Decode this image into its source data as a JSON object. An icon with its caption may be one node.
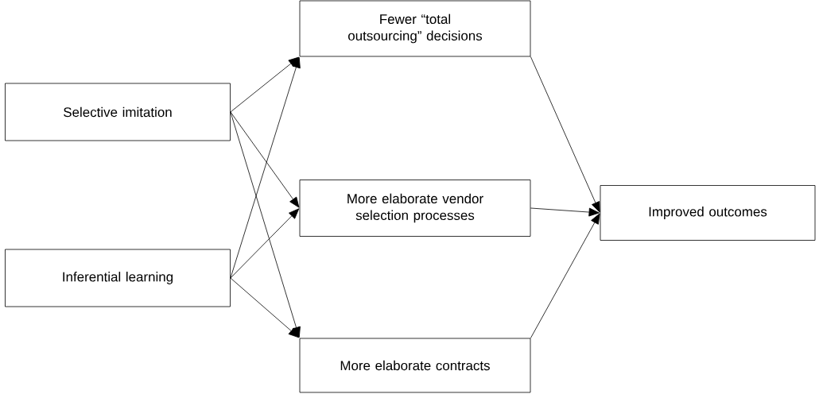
{
  "diagram": {
    "nodes": [
      {
        "text": [
          "Selective imitation"
        ]
      },
      {
        "text": [
          "Inferential learning"
        ]
      },
      {
        "text": [
          "Fewer “total outsourcing” decisions"
        ]
      },
      {
        "text": [
          "More elaborate vendor selection processes"
        ]
      },
      {
        "text": [
          "More elaborate contracts"
        ]
      },
      {
        "text": [
          "Improved outcomes"
        ]
      }
    ],
    "edges": [
      {
        "from": 0,
        "to": 2,
        "arrow": "to"
      },
      {
        "from": 0,
        "to": 3,
        "arrow": "to"
      },
      {
        "from": 0,
        "to": 4,
        "arrow": "to"
      },
      {
        "from": 1,
        "to": 2,
        "arrow": "to"
      },
      {
        "from": 1,
        "to": 3,
        "arrow": "to"
      },
      {
        "from": 1,
        "to": 4,
        "arrow": "to"
      },
      {
        "from": 2,
        "to": 5,
        "arrow": "to"
      },
      {
        "from": 3,
        "to": 5,
        "arrow": "to"
      },
      {
        "from": 4,
        "to": 5,
        "arrow": "to"
      }
    ]
  }
}
